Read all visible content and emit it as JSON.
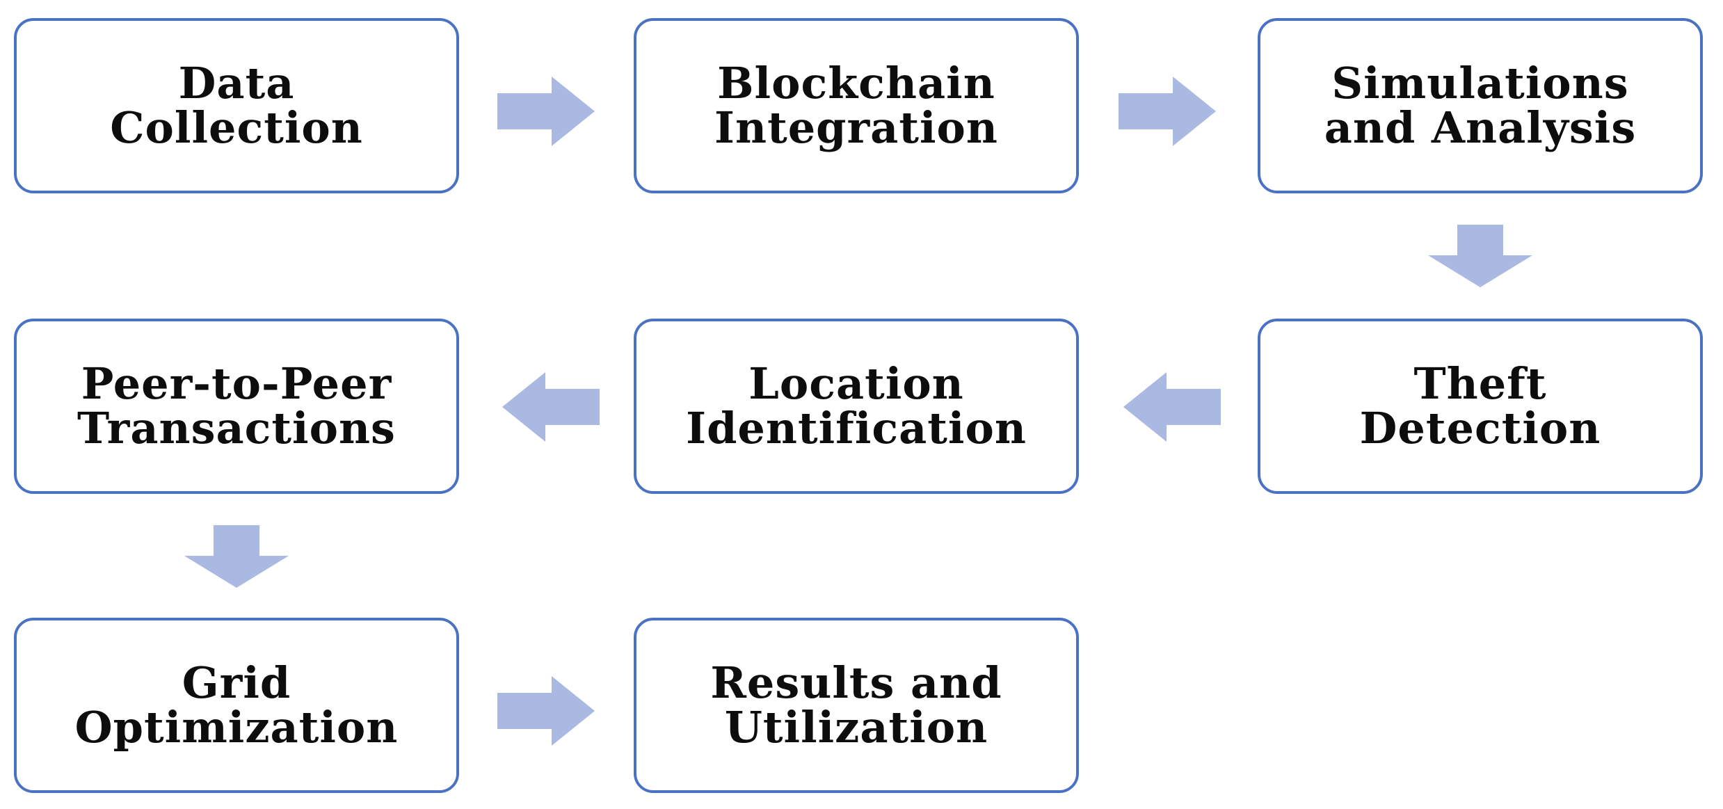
{
  "colors": {
    "box_border": "#4a72c4",
    "arrow_fill": "#a9b9e2",
    "text": "#0d0d0d",
    "background": "#ffffff"
  },
  "steps": [
    {
      "id": "data-collection",
      "label": "Data\nCollection"
    },
    {
      "id": "blockchain-integration",
      "label": "Blockchain\nIntegration"
    },
    {
      "id": "simulations-and-analysis",
      "label": "Simulations\nand Analysis"
    },
    {
      "id": "theft-detection",
      "label": "Theft\nDetection"
    },
    {
      "id": "location-identification",
      "label": "Location\nIdentification"
    },
    {
      "id": "peer-to-peer-transactions",
      "label": "Peer-to-Peer\nTransactions"
    },
    {
      "id": "grid-optimization",
      "label": "Grid\nOptimization"
    },
    {
      "id": "results-and-utilization",
      "label": "Results and\nUtilization"
    }
  ],
  "connections": [
    {
      "from": "data-collection",
      "to": "blockchain-integration",
      "direction": "right"
    },
    {
      "from": "blockchain-integration",
      "to": "simulations-and-analysis",
      "direction": "right"
    },
    {
      "from": "simulations-and-analysis",
      "to": "theft-detection",
      "direction": "down"
    },
    {
      "from": "theft-detection",
      "to": "location-identification",
      "direction": "left"
    },
    {
      "from": "location-identification",
      "to": "peer-to-peer-transactions",
      "direction": "left"
    },
    {
      "from": "peer-to-peer-transactions",
      "to": "grid-optimization",
      "direction": "down"
    },
    {
      "from": "grid-optimization",
      "to": "results-and-utilization",
      "direction": "right"
    }
  ]
}
